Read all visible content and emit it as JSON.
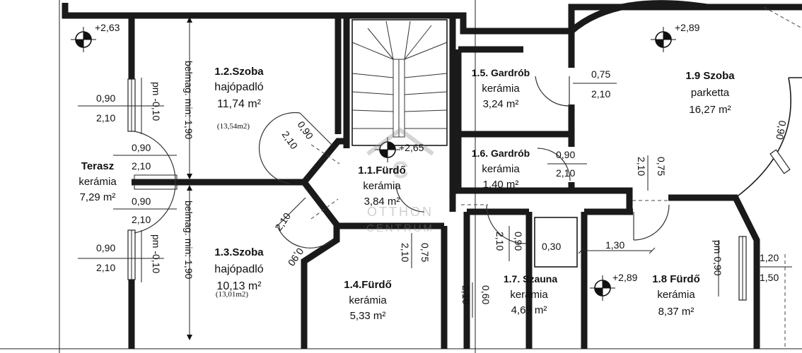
{
  "rooms": {
    "terasz": {
      "name": "Terasz",
      "floor": "kerámia",
      "area": "7,29 m²"
    },
    "r12": {
      "name": "1.2.Szoba",
      "floor": "hajópadló",
      "area": "11,74 m²",
      "note": "(13,54m2)"
    },
    "r13": {
      "name": "1.3.Szoba",
      "floor": "hajópadló",
      "area": "10,13 m²",
      "note": "(13,01m2)"
    },
    "r11": {
      "name": "1.1.Fürdő",
      "floor": "kerámia",
      "area": "3,84 m²"
    },
    "r14": {
      "name": "1.4.Fürdő",
      "floor": "kerámia",
      "area": "5,33 m²"
    },
    "r15": {
      "name": "1.5. Gardrób",
      "floor": "kerámia",
      "area": "3,24 m²"
    },
    "r16": {
      "name": "1.6. Gardrób",
      "floor": "kerámia",
      "area": "1,40 m²"
    },
    "r17": {
      "name": "1.7. Szauna",
      "floor": "kerámia",
      "area": "4,69 m²"
    },
    "r18": {
      "name": "1.8 Fürdő",
      "floor": "kerámia",
      "area": "8,37 m²"
    },
    "r19": {
      "name": "1.9 Szoba",
      "floor": "parketta",
      "area": "16,27 m²"
    }
  },
  "levels": {
    "terasz": "+2,63",
    "r11": "+2,65",
    "r19": "+2,89",
    "r18": "+2,89"
  },
  "openings": {
    "win_terasz_top": {
      "w": "0,90",
      "h": "2,10",
      "pm": "pm -0,10"
    },
    "win_terasz_bottom": {
      "w": "0,90",
      "h": "2,10",
      "pm": "pm -0,10"
    },
    "door_12": {
      "w": "0,90",
      "h": "2,10"
    },
    "door_13": {
      "w": "0,90",
      "h": "2,10"
    },
    "door_11a": {
      "w": "0,90",
      "h": "2,10"
    },
    "door_11b": {
      "w": "0,90",
      "h": "2,10"
    },
    "door_14": {
      "w": "0,75",
      "h": "2,10"
    },
    "door_15": {
      "w": "0,75",
      "h": "2,10"
    },
    "door_16": {
      "w": "0,90",
      "h": "2,10"
    },
    "door_19": {
      "w": "0,75",
      "h": "2,10"
    },
    "door_17": {
      "w": "0,60",
      "h": "2,10"
    },
    "door_17b": {
      "w": "0,90",
      "h": "2,10"
    },
    "win_19": {
      "w": "0,90"
    },
    "win_18": {
      "w": "1,20",
      "h": "1,50",
      "pm": "pm 0,90"
    }
  },
  "dims": {
    "belmag_top": "belmag. min: 1,90",
    "belmag_bottom": "belmag. min: 1,90",
    "d030": "0,30",
    "d130": "1,30"
  },
  "watermark": {
    "line1": "OTTHON",
    "line2": "CENTRUM"
  }
}
